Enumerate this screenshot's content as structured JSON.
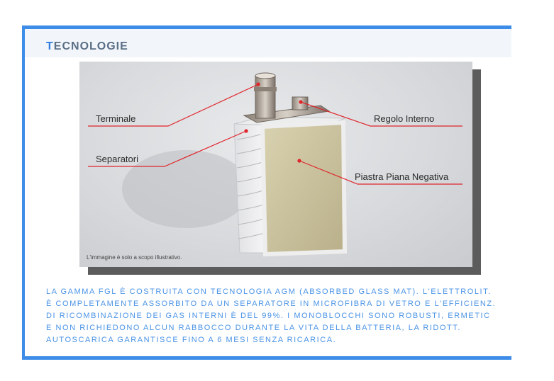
{
  "header": {
    "title_first_letter": "T",
    "title_rest": "ECNOLOGIE"
  },
  "figure": {
    "labels": {
      "terminal": "Terminale",
      "separators": "Separatori",
      "inner_strip": "Regolo Interno",
      "negative_plate": "Piastra Piana Negativa"
    },
    "caption": "L'immagine è solo a scopo illustrativo."
  },
  "body": {
    "lines": [
      "LA GAMMA FGL È COSTRUITA CON TECNOLOGIA AGM (ABSORBED GLASS MAT). L'ELETTROLIT.",
      "È COMPLETAMENTE ASSORBITO DA UN SEPARATORE IN MICROFIBRA DI VETRO E L'EFFICIENZ.",
      "DI RICOMBINAZIONE DEI GAS INTERNI È DEL 99%.  I MONOBLOCCHI SONO ROBUSTI, ERMETIC",
      "E NON RICHIEDONO ALCUN RABBOCCO DURANTE LA VITA DELLA BATTERIA, LA RIDOTT.",
      "AUTOSCARICA GARANTISCE FINO A 6 MESI SENZA RICARICA."
    ]
  },
  "colors": {
    "accent_blue": "#3d8de8",
    "callout_red": "#e0252b",
    "text_blue": "#4a93e6"
  }
}
